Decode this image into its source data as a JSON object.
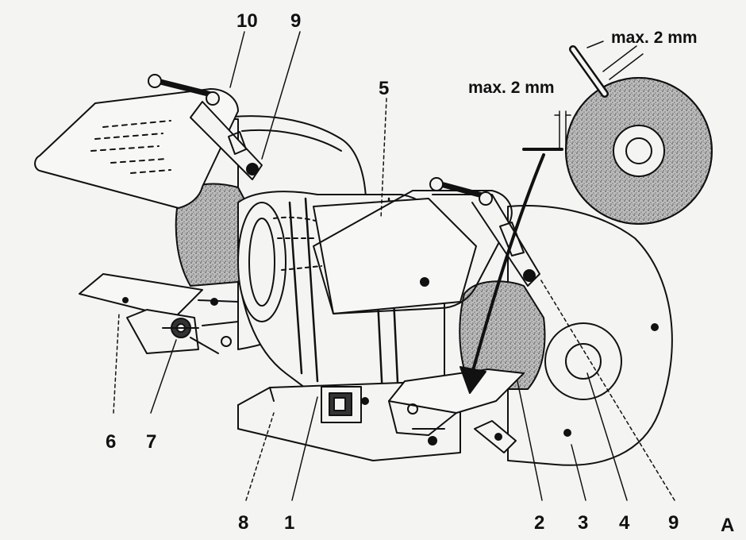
{
  "colors": {
    "ink": "#111111",
    "paper": "#f4f4f2",
    "stone": "#8a8a8a"
  },
  "callouts": {
    "c10": "10",
    "c9_top": "9",
    "c5": "5",
    "c6": "6",
    "c7": "7",
    "c8": "8",
    "c1": "1",
    "c2": "2",
    "c3": "3",
    "c4": "4",
    "c9_bottom": "9"
  },
  "inset": {
    "gap_label_top": "max. 2 mm",
    "gap_label_side": "max. 2 mm"
  },
  "figure_letter": "A"
}
